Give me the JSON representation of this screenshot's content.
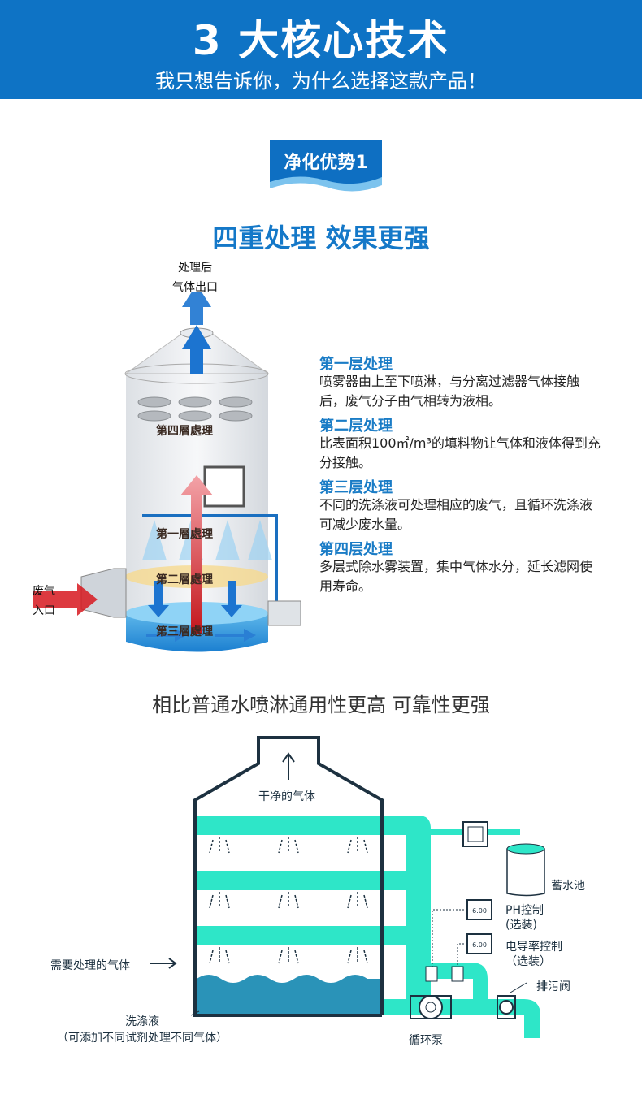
{
  "banner": {
    "title": "3 大核心技术",
    "subtitle": "我只想告诉你，为什么选择这款产品！"
  },
  "badge": {
    "label": "净化优势1"
  },
  "section_title": "四重处理 效果更强",
  "tower": {
    "outlet_line1": "处理后",
    "outlet_line2": "气体出口",
    "inlet_line1": "废气",
    "inlet_line2": "入口",
    "layer_labels": [
      "第四層處理",
      "第一層處理",
      "第二層處理",
      "第三層處理"
    ]
  },
  "layers": [
    {
      "title": "第一层处理",
      "desc": "喷雾器由上至下喷淋，与分离过滤器气体接触后，废气分子由气相转为液相。"
    },
    {
      "title": "第二层处理",
      "desc": "比表面积100㎡/m³的填料物让气体和液体得到充分接触。"
    },
    {
      "title": "第三层处理",
      "desc": "不同的洗涤液可处理相应的废气，且循环洗涤液可减少废水量。"
    },
    {
      "title": "第四层处理",
      "desc": "多层式除水雾装置，集中气体水分，延长滤网使用寿命。"
    }
  ],
  "compare_title": "相比普通水喷淋通用性更高 可靠性更强",
  "diagram": {
    "clean_gas": "干净的气体",
    "reservoir": "蓄水池",
    "ph_line1": "PH控制",
    "ph_line2": "(选装)",
    "cond_line1": "电导率控制",
    "cond_line2": "（选装）",
    "gas_in": "需要处理的气体",
    "drain": "排污阀",
    "wash_line1": "洗涤液",
    "wash_line2": "（可添加不同试剂处理不同气体）",
    "pump": "循环泵",
    "meter_reading": "6.00"
  },
  "colors": {
    "brand_blue": "#0e73c5",
    "pipe_cyan": "#2ee6c8",
    "tank_water": "#2a93b8"
  }
}
